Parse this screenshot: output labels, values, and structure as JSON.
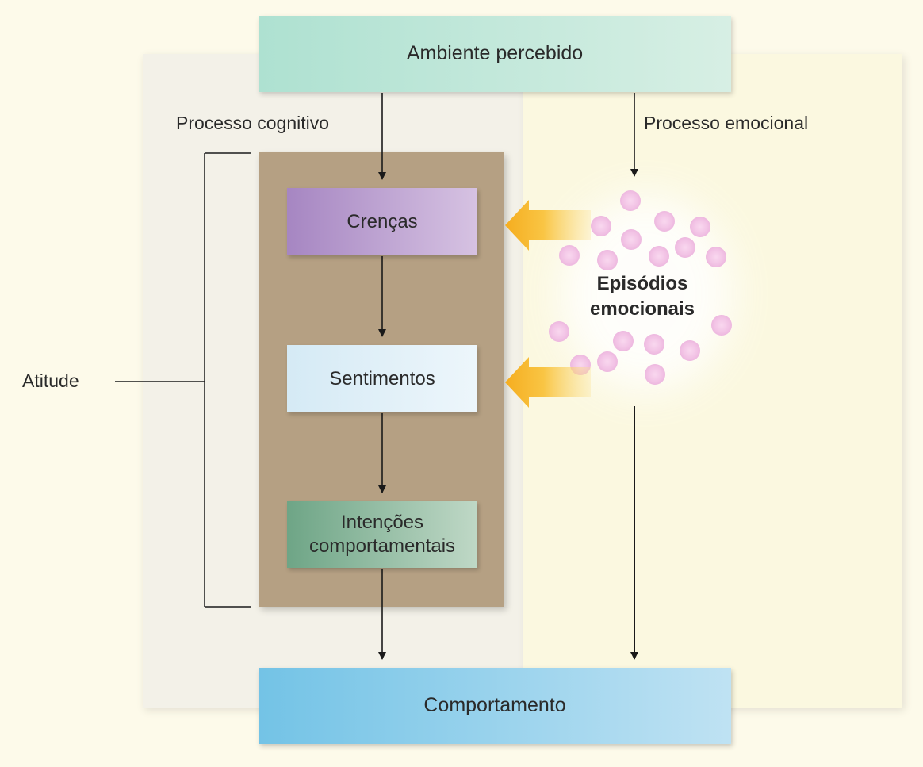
{
  "nodes": {
    "environment": "Ambiente percebido",
    "beliefs": "Crenças",
    "feelings": "Sentimentos",
    "intentions_line1": "Intenções",
    "intentions_line2": "comportamentais",
    "behavior": "Comportamento",
    "emotional_episodes_line1": "Episódios",
    "emotional_episodes_line2": "emocionais"
  },
  "labels": {
    "cognitive_process": "Processo cognitivo",
    "emotional_process": "Processo emocional",
    "attitude": "Atitude"
  },
  "colors": {
    "arrow_yellow": "#f7b733",
    "dot_pink": "#f4c6e8",
    "brown_column": "#b5a083"
  }
}
